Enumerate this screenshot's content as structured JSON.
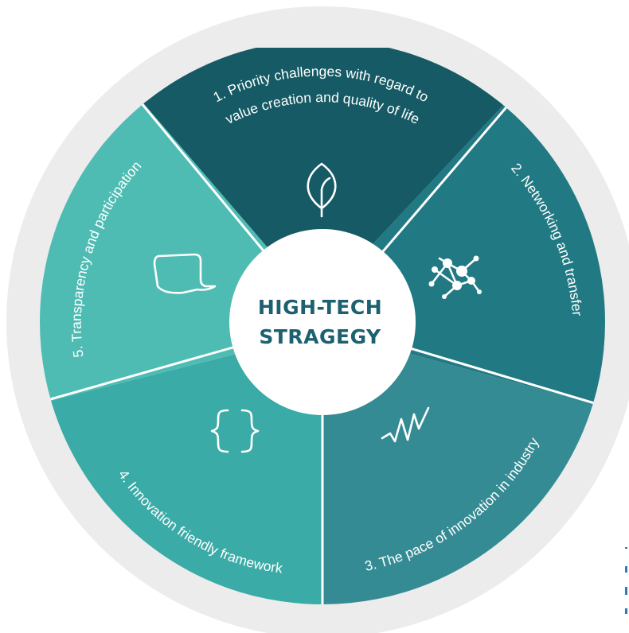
{
  "diagram": {
    "center": {
      "line1": "HIGH-TECH",
      "line2": "STRAGEGY"
    },
    "segments": [
      {
        "label_line1": "1. Priority challenges with regard to",
        "label_line2": "value creation and quality of life",
        "icon": "leaf-icon",
        "color": "#155a64"
      },
      {
        "label": "2. Networking and transfer",
        "icon": "network-icon",
        "color": "#217a83"
      },
      {
        "label": "3. The pace of innovation in industry",
        "icon": "pulse-icon",
        "color": "#348b93"
      },
      {
        "label": "4. Innovation friendly framework",
        "icon": "curly-braces-icon",
        "color": "#3aaba6"
      },
      {
        "label": "5. Transparency and participation",
        "icon": "speech-bubble-icon",
        "color": "#4fbcb4"
      }
    ],
    "colors": {
      "outer_ring": "#ececec",
      "center_fill": "#ffffff",
      "center_text": "#1d6170"
    }
  }
}
